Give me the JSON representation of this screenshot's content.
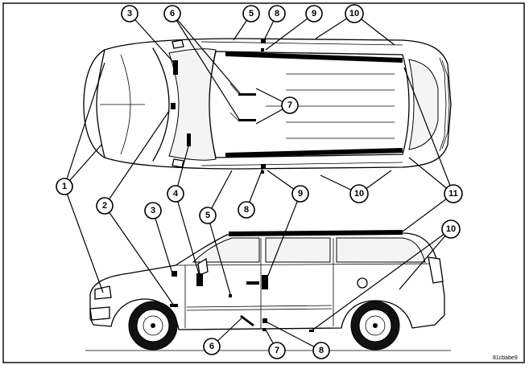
{
  "diagram": {
    "image_code": "81cbabe9",
    "callouts": [
      {
        "label": "1"
      },
      {
        "label": "2"
      },
      {
        "label": "3"
      },
      {
        "label": "4"
      },
      {
        "label": "5"
      },
      {
        "label": "6"
      },
      {
        "label": "7"
      },
      {
        "label": "8"
      },
      {
        "label": "9"
      },
      {
        "label": "10"
      },
      {
        "label": "11"
      }
    ]
  }
}
